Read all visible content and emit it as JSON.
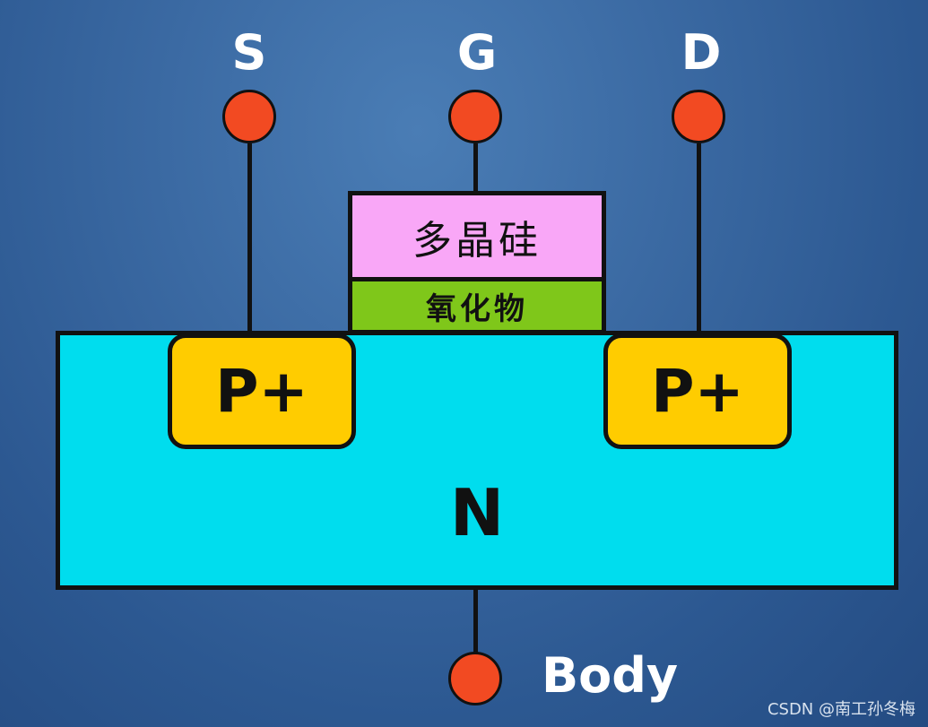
{
  "terminals": {
    "source": "S",
    "gate": "G",
    "drain": "D",
    "body": "Body"
  },
  "layers": {
    "polysilicon": "多晶硅",
    "oxide": "氧化物"
  },
  "regions": {
    "source_region": "P+",
    "drain_region": "P+",
    "substrate": "N"
  },
  "colors": {
    "background": "#2f5d96",
    "substrate": "#00ddee",
    "p_plus_region": "#ffcc00",
    "polysilicon": "#f9a7f7",
    "oxide": "#7fc71a",
    "terminal": "#f24a22",
    "label_text": "#ffffff"
  },
  "watermark": "CSDN @南工孙冬梅"
}
